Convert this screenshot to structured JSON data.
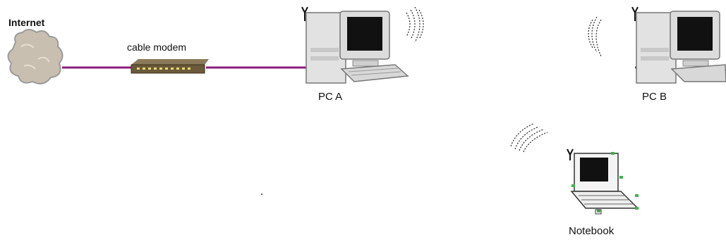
{
  "labels": {
    "internet": "Internet",
    "modem": "cable modem",
    "pc_a": "PC A",
    "pc_b": "PC B",
    "notebook": "Notebook"
  },
  "colors": {
    "link": "#8b1c7c",
    "cloud": "#c9bfb0",
    "computer_body": "#dcdcdc",
    "screen": "#111111",
    "modem": "#6a5a3a"
  },
  "icons": [
    "cloud-icon",
    "modem-icon",
    "pc-icon",
    "notebook-icon",
    "antenna-icon",
    "wireless-signal-icon"
  ]
}
